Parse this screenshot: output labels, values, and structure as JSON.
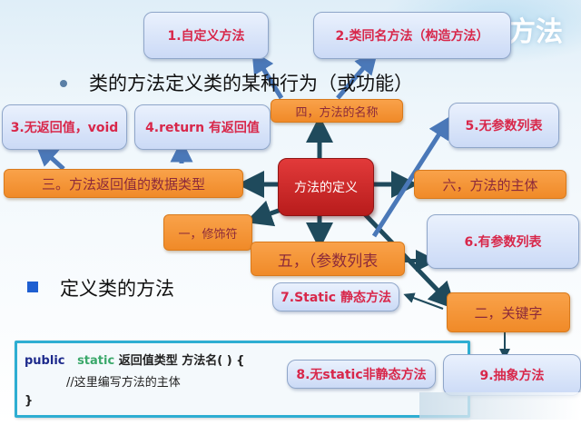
{
  "slide": {
    "title_fragment": "方法",
    "bullets": [
      {
        "text": "类的方法定义类的某种行为（或功能）"
      },
      {
        "text": "定义类的方法"
      }
    ]
  },
  "diagram": {
    "center": {
      "label": "方法的定义"
    },
    "categories": [
      {
        "id": "modifier",
        "label": "一，修饰符"
      },
      {
        "id": "keyword",
        "label": "二，关键字"
      },
      {
        "id": "return-type",
        "label": "三。方法返回值的数据类型"
      },
      {
        "id": "method-name",
        "label": "四，方法的名称"
      },
      {
        "id": "param-list",
        "label": "五，（参数列表"
      },
      {
        "id": "method-body",
        "label": "六，方法的主体"
      }
    ],
    "items": [
      {
        "id": "custom-method",
        "label": "1.自定义方法"
      },
      {
        "id": "constructor",
        "label": "2.类同名方法（构造方法）"
      },
      {
        "id": "no-return",
        "label": "3.无返回值，void"
      },
      {
        "id": "has-return",
        "label": "4.return 有返回值"
      },
      {
        "id": "no-params",
        "label": "5.无参数列表"
      },
      {
        "id": "has-params",
        "label": "6.有参数列表"
      },
      {
        "id": "static-method",
        "label": "7.Static 静态方法"
      },
      {
        "id": "non-static",
        "label": "8.无static非静态方法"
      },
      {
        "id": "abstract",
        "label": "9.抽象方法"
      }
    ]
  },
  "code": {
    "line1": {
      "kw_public": "public",
      "kw_static": "static",
      "rest": " 返回值类型 方法名(    ) {"
    },
    "line2": "//这里编写方法的主体",
    "line3": "}"
  },
  "colors": {
    "item_text": "#d8274a",
    "category_fill": "#f08a28",
    "center_fill": "#c62828",
    "arrow_dark": "#1f4a5c",
    "arrow_blue": "#4a78b8",
    "code_border": "#2eaed2"
  }
}
